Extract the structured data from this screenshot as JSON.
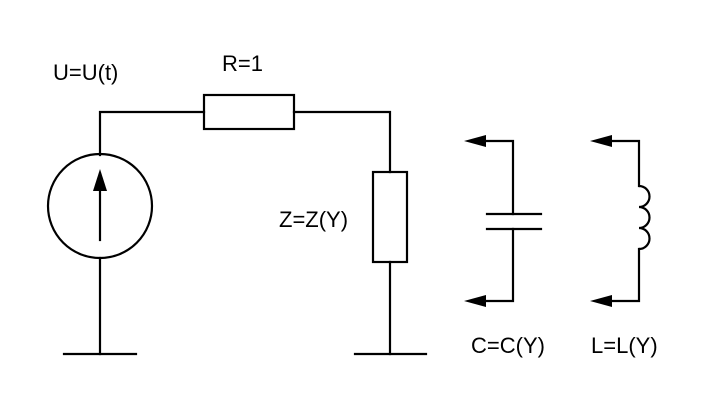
{
  "labels": {
    "source": "U=U(t)",
    "resistor": "R=1",
    "impedance": "Z=Z(Y)",
    "capacitor": "C=C(Y)",
    "inductor": "L=L(Y)"
  },
  "colors": {
    "stroke": "#000000",
    "background": "#ffffff"
  }
}
